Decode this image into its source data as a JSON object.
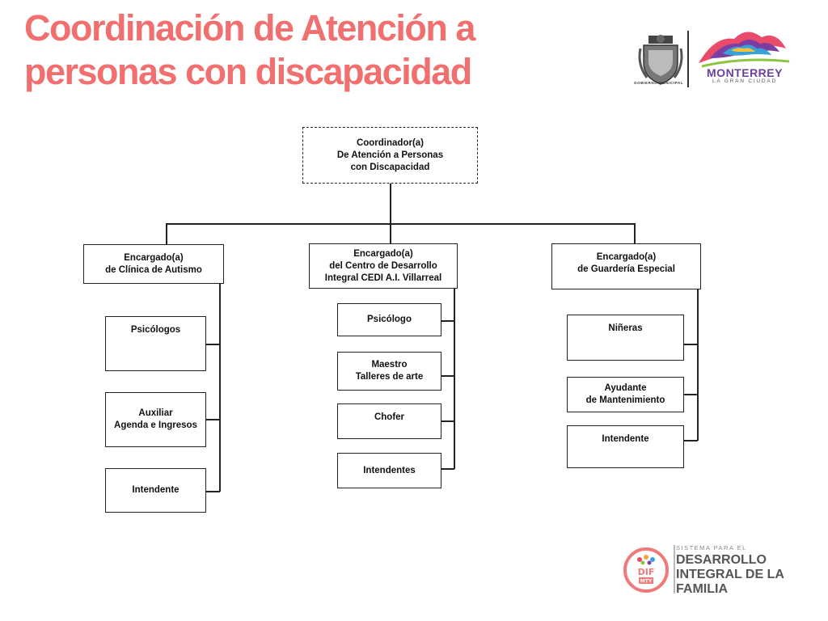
{
  "title": "Coordinación  de Atención a\npersonas con discapacidad",
  "logos": {
    "seal_caption": "GOBIERNO MUNICIPAL",
    "city_name": "MONTERREY",
    "city_tagline": "LA GRAN CIUDAD",
    "dif_emblem": "DIF",
    "dif_emblem_sub": "MTY",
    "dif_small": "SISTEMA PARA EL",
    "dif_big": "DESARROLLO\nINTEGRAL DE LA\nFAMILIA"
  },
  "org": {
    "root": "Coordinador(a)\nDe Atención a Personas\ncon Discapacidad",
    "left": {
      "head": "Encargado(a)\nde  Clínica de Autismo",
      "items": [
        "Psicólogos",
        "Auxiliar\nAgenda e Ingresos",
        "Intendente"
      ]
    },
    "center": {
      "head": "Encargado(a)\ndel Centro de Desarrollo\nIntegral CEDI A.I. Villarreal",
      "items": [
        "Psicólogo",
        "Maestro\nTalleres de arte",
        "Chofer",
        "Intendentes"
      ]
    },
    "right": {
      "head": "Encargado(a)\nde Guardería Especial",
      "items": [
        "Niñeras",
        "Ayudante\nde Mantenimiento",
        "Intendente"
      ]
    }
  }
}
